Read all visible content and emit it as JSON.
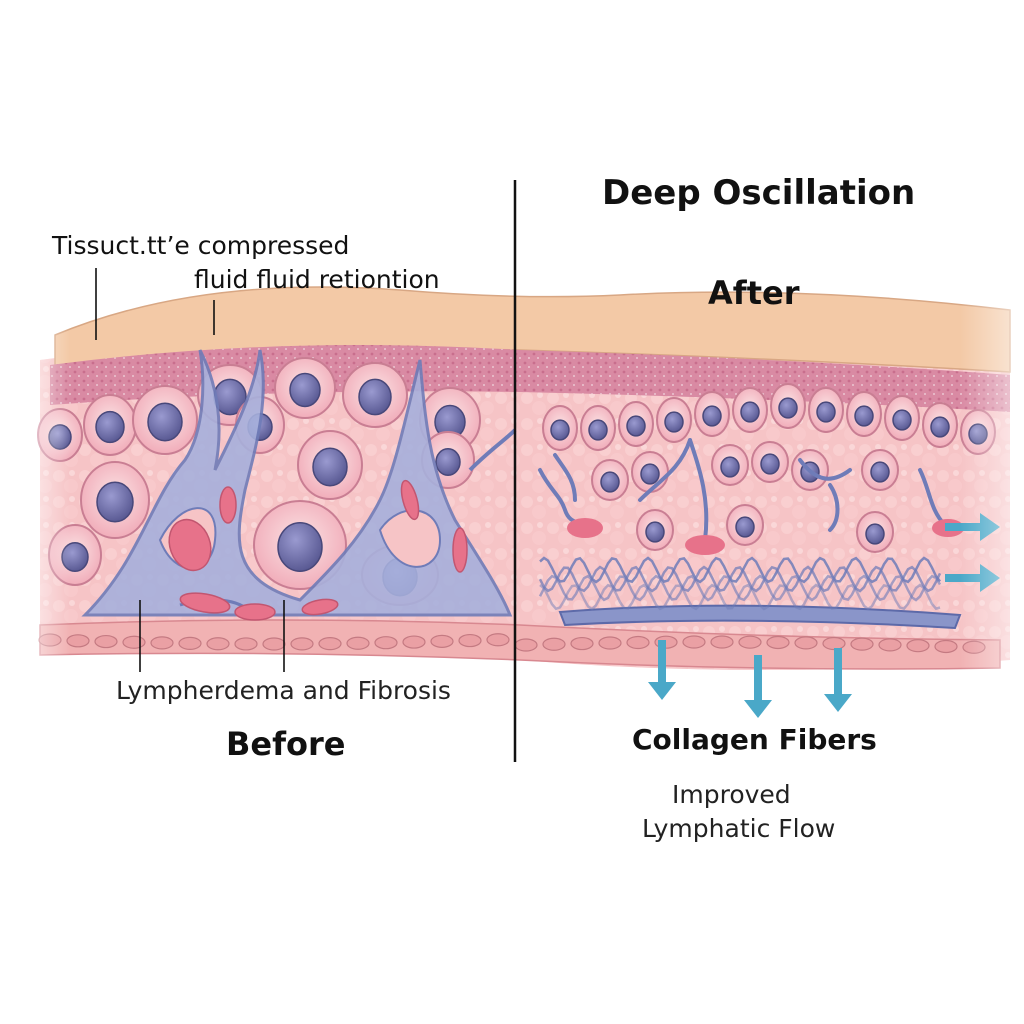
{
  "labels": {
    "title": "Deep Oscillation",
    "tissue_compressed": "Tissuct.tt’e compressed",
    "fluid_retention": "fluid fluid retiontion",
    "after": "After",
    "lymphedema_fibrosis": "Lympherdema and Fibrosis",
    "before": "Before",
    "collagen_fibers": "Collagen Fibers",
    "improved_flow_line1": "Improved",
    "improved_flow_line2": "Lymphatic Flow"
  },
  "colors": {
    "epidermis": "#f3c9a6",
    "dermis_band": "#d98aa3",
    "tissue": "#f6c4c6",
    "cell_membrane": "#f2a9b5",
    "nucleus": "#6f6fa8",
    "lymph_vessel": "#8a95c9",
    "red_cell": "#e7728a",
    "arrow": "#4aa8c8",
    "divider": "#111111"
  }
}
